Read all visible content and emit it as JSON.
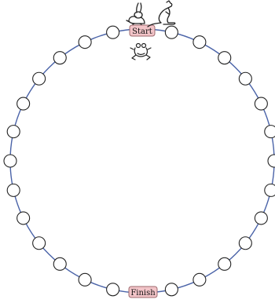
{
  "labels": {
    "start": "Start",
    "finish": "Finish"
  },
  "icons": {
    "top_left": "rabbit-icon",
    "top_right": "kangaroo-icon",
    "below_start": "frog-icon"
  },
  "track": {
    "node_count": 26
  },
  "colors": {
    "track": "#4a63a8",
    "node_fill": "#ffffff",
    "node_stroke": "#222222",
    "label_fill": "#f2c4c8",
    "label_stroke": "#9e6a6e",
    "label_text": "#111111",
    "icon_stroke": "#222222"
  }
}
